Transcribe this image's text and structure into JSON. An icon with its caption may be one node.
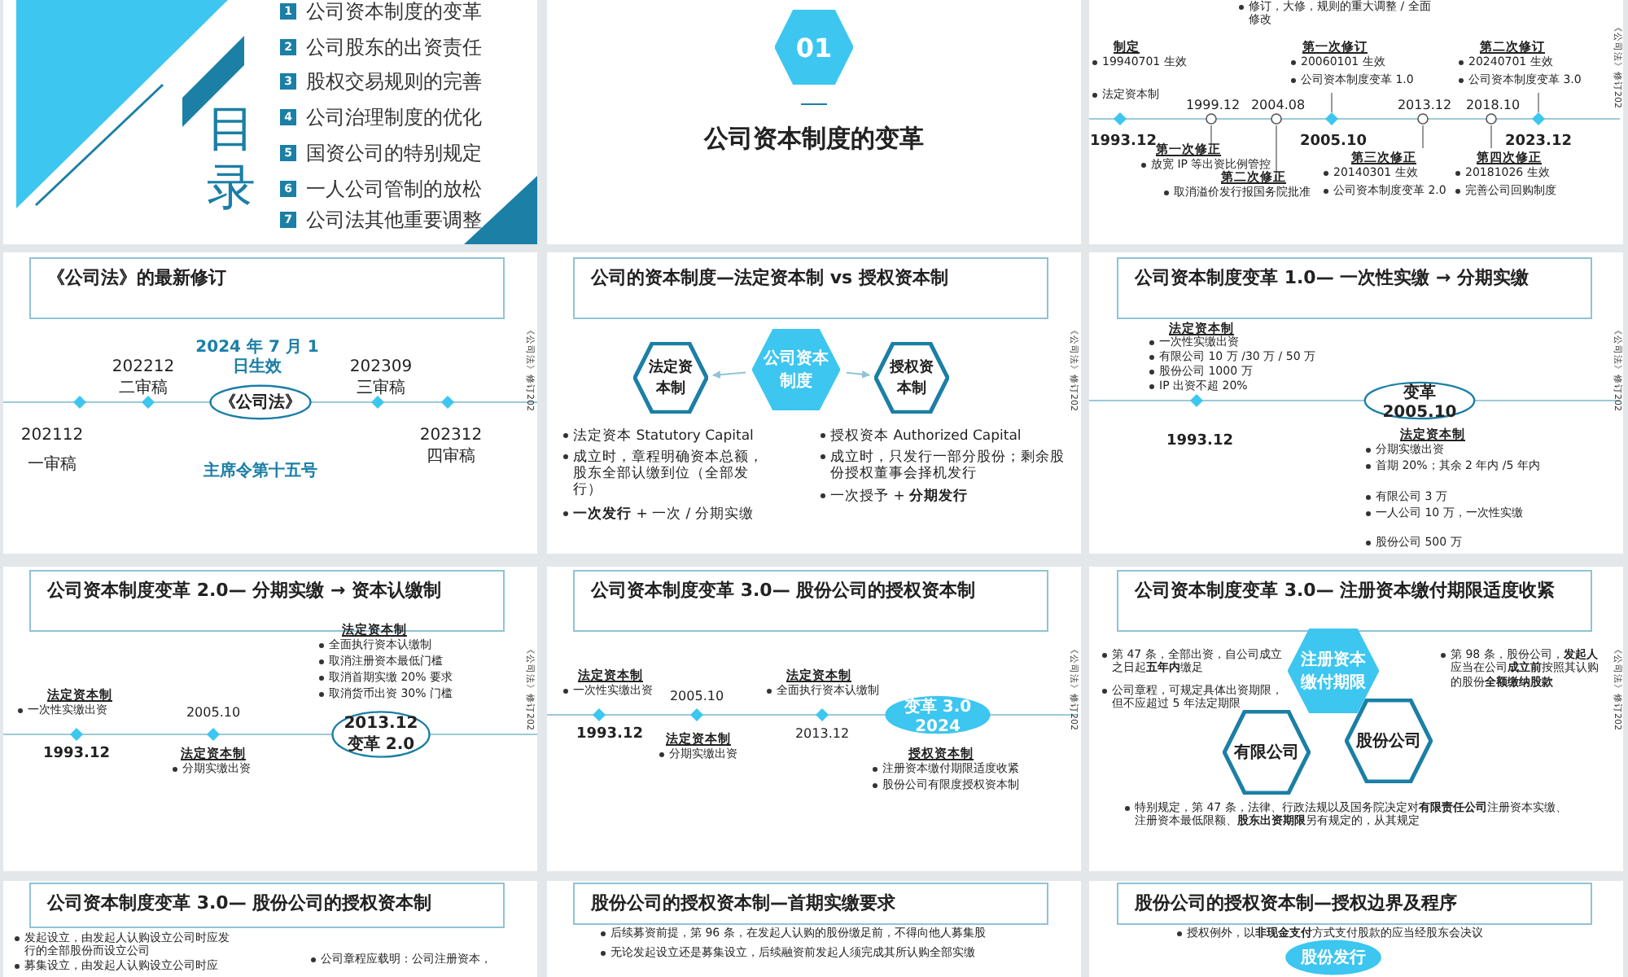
{
  "diagram": {
    "nodes": [
      {
        "text": [
          "1"
        ],
        "beside": [
          "公司资本制度的变革"
        ]
      },
      {
        "text": [
          "2"
        ],
        "beside": [
          "公司股东的出资责任"
        ]
      },
      {
        "text": [
          "3"
        ],
        "beside": [
          "股权交易规则的完善"
        ]
      },
      {
        "text": [
          "4"
        ],
        "beside": [
          "公司治理制度的优化"
        ]
      },
      {
        "text": [
          "5"
        ],
        "beside": [
          "国资公司的特别规定"
        ]
      },
      {
        "text": [
          "6"
        ],
        "beside": [
          "一人公司管制的放松"
        ]
      },
      {
        "text": [
          "7"
        ],
        "beside": [
          "公司法其他重要调整"
        ]
      },
      {
        "text": [
          "01"
        ]
      },
      {
        "text": [
          "《公司法》的最新修订"
        ]
      },
      {
        "text": [
          "《公司法》"
        ]
      },
      {
        "text": [
          "公司的资本制度—法定资本制  vs  授权资本制"
        ]
      },
      {
        "text": [
          "法定资本制"
        ]
      },
      {
        "text": [
          "公司资本制度"
        ]
      },
      {
        "text": [
          "授权资本制"
        ]
      },
      {
        "text": [
          "公司资本制度变革 1.0— 一次性实缴 → 分期实缴"
        ]
      },
      {
        "text": [
          "变革 2005.10"
        ]
      },
      {
        "text": [
          "公司资本制度变革 2.0— 分期实缴 → 资本认缴制"
        ]
      },
      {
        "text": [
          "2013.12",
          "变革 2.0"
        ]
      },
      {
        "text": [
          "公司资本制度变革 3.0— 股份公司的授权资本制"
        ]
      },
      {
        "text": [
          "变革 3.0 2024"
        ]
      },
      {
        "text": [
          "公司资本制度变革 3.0— 注册资本缴付期限适度收紧"
        ]
      },
      {
        "text": [
          "注册资本缴付期限"
        ]
      },
      {
        "text": [
          "有限公司"
        ]
      },
      {
        "text": [
          "股份公司"
        ]
      },
      {
        "text": [
          "公司资本制度变革 3.0— 股份公司的授权资本制"
        ]
      },
      {
        "text": [
          "股份公司的授权资本制—首期实缴要求"
        ]
      },
      {
        "text": [
          "股份公司的授权资本制—授权边界及程序"
        ]
      },
      {
        "text": [
          "股份发行"
        ]
      }
    ],
    "edges": [
      {
        "from": 12,
        "to": 11,
        "arrow": "to"
      },
      {
        "from": 12,
        "to": 13,
        "arrow": "to"
      }
    ],
    "labels": [
      "目录",
      "公司资本制度的变革",
      "修订，大修，规则的重大调整 / 全面修改",
      "制定",
      "19940701 生效",
      "法定资本制",
      "1993.12",
      "第一次修正",
      "放宽 IP 等出资比例管控",
      "1999.12",
      "2004.08",
      "第二次修正",
      "取消溢价发行报国务院批准",
      "第一次修订",
      "20060101 生效",
      "公司资本制度变革 1.0",
      "2005.10",
      "2013.12",
      "第三次修正",
      "20140301 生效",
      "公司资本制度变革 2.0",
      "2018.10",
      "第四次修正",
      "20181026 生效",
      "完善公司回购制度",
      "第二次修订",
      "20240701 生效",
      "公司资本制度变革 3.0",
      "2023.12",
      "《公司法》修订202",
      "202112",
      "一审稿",
      "202212",
      "二审稿",
      "2024 年 7 月 1 日生效",
      "主席令第十五号",
      "202309",
      "三审稿",
      "202312",
      "四审稿",
      "《公司法》修订202",
      "法定资本 Statutory Capital",
      "成立时，章程明确资本总额，股东全部认缴到位（全部发行）",
      "**一次发行** + 一次 / 分期实缴",
      "授权资本 Authorized Capital",
      "成立时，只发行一部分股份；剩余股份授权董事会择机发行",
      "一次授予 + **分期发行**",
      "《公司法》修订202",
      "法定资本制",
      "一次性实缴出资",
      "有限公司 10 万 /30 万 / 50 万",
      "股份公司 1000 万",
      "IP 出资不超 20%",
      "1993.12",
      "法定资本制",
      "分期实缴出资",
      "首期 20%；其余 2 年内 /5 年内",
      "有限公司 3 万",
      "一人公司 10 万，一次性实缴",
      "股份公司 500 万",
      "《公司法》修订202",
      "法定资本制",
      "一次性实缴出资",
      "1993.12",
      "2005.10",
      "法定资本制",
      "分期实缴出资",
      "法定资本制",
      "全面执行资本认缴制",
      "取消注册资本最低门槛",
      "取消首期实缴 20% 要求",
      "取消货币出资 30% 门槛",
      "《公司法》修订202",
      "法定资本制",
      "一次性实缴出资",
      "1993.12",
      "2005.10",
      "法定资本制",
      "分期实缴出资",
      "法定资本制",
      "全面执行资本认缴制",
      "2013.12",
      "授权资本制",
      "注册资本缴付期限适度收紧",
      "股份公司有限度授权资本制",
      "《公司法》修订202",
      "第 47 条，全部出资，自公司成立之日起**五年内**缴足",
      "公司章程，可规定具体出资期限，但不应超过 5 年法定期限",
      "第 98 条，股份公司，**发起人**应当在公司**成立前**按照其认购的股份**全额缴纳股款**",
      "特别规定，第 47 条，法律、行政法规以及国务院决定对**有限责任公司**注册资本实缴、注册资本最低限额、**股东出资期限**另有规定的，从其规定",
      "《公司法》修订202",
      "发起设立，由发起人认购设立公司时应发行的全部股份而设立公司",
      "募集设立，由发起人认购设立公司时应",
      "公司章程应载明：公司注册资本，",
      "后续募资前提，第 96 条，在发起人认购的股份缴足前，不得向他人募集股",
      "无论发起设立还是募集设立，后续融资前发起人须完成其所认购全部实缴",
      "授权例外，以**非现金支付**方式支付股款的应当经股东会决议"
    ]
  }
}
